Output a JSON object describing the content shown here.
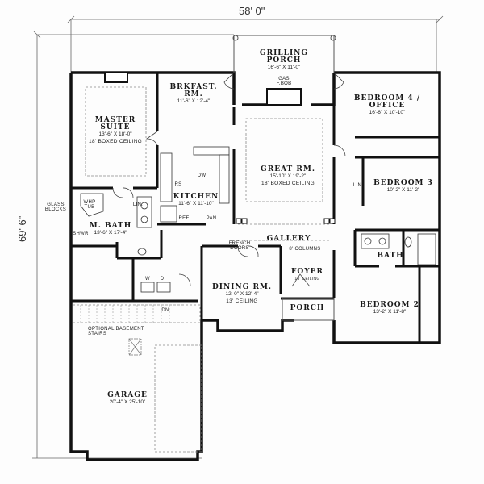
{
  "dimensions": {
    "width": "58' 0\"",
    "depth": "69' 6\""
  },
  "rooms": {
    "grilling_porch": {
      "name": "GRILLING PORCH",
      "line1": "GRILLING",
      "line2": "PORCH",
      "dims": "16'-6\" X 11'-0\""
    },
    "gas_fireplace": {
      "label1": "GAS",
      "label2": "F.BOB"
    },
    "master_suite": {
      "line1": "MASTER",
      "line2": "SUITE",
      "dims": "13'-6\" X 18'-0\"",
      "note": "18' BOXED CEILING"
    },
    "brkfast": {
      "line1": "BRKFAST.",
      "line2": "RM.",
      "dims": "11'-6\" X 12'-4\""
    },
    "great_room": {
      "name": "GREAT RM.",
      "dims": "15'-10\" X 19'-2\"",
      "note": "18' BOXED CEILING"
    },
    "bedroom4": {
      "line1": "BEDROOM 4 /",
      "line2": "OFFICE",
      "dims": "16'-6\" X 10'-10\""
    },
    "bedroom3": {
      "name": "BEDROOM 3",
      "dims": "10'-2\" X 11'-2\""
    },
    "kitchen": {
      "name": "KITCHEN",
      "dims": "11'-6\" X 11'-10\""
    },
    "m_bath": {
      "name": "M. BATH",
      "dims": "13'-6\" X 17'-4\""
    },
    "gallery": {
      "name": "GALLERY",
      "note": "8' COLUMNS"
    },
    "bath": {
      "name": "BATH"
    },
    "dining": {
      "name": "DINING RM.",
      "dims": "12'-0\" X 12'-4\"",
      "note": "13' CEILING"
    },
    "foyer": {
      "name": "FOYER",
      "note": "13' CEILING"
    },
    "porch": {
      "name": "PORCH"
    },
    "bedroom2": {
      "name": "BEDROOM 2",
      "dims": "13'-2\" X 11'-8\""
    },
    "garage": {
      "name": "GARAGE",
      "dims": "20'-4\" X 25'-10\""
    }
  },
  "fixtures": {
    "glass_blocks_1": "GLASS",
    "glass_blocks_2": "BLOCKS",
    "whp_tub_1": "WHP",
    "whp_tub_2": "TUB",
    "shwr": "SHWR",
    "lin_master": "LIN.",
    "lin_hall": "LIN",
    "rs": "RS",
    "dw": "DW",
    "ref": "REF",
    "pan": "PAN",
    "washer": "W",
    "dryer": "D",
    "down": "DN",
    "french_doors_1": "FRENCH",
    "french_doors_2": "DOORS",
    "basement_1": "OPTIONAL BASEMENT",
    "basement_2": "STAIRS"
  }
}
